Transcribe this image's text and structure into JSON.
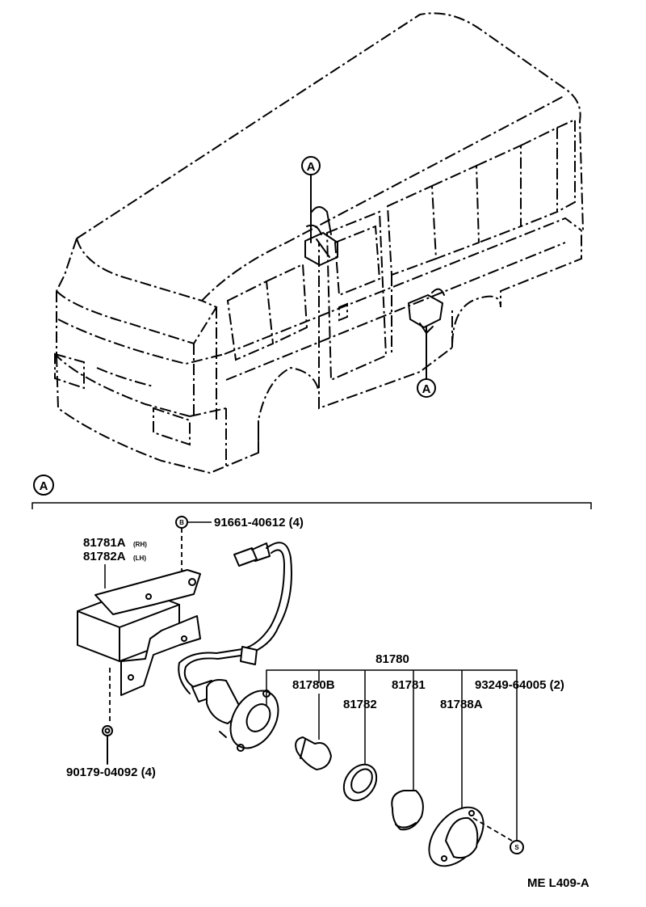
{
  "callouts": {
    "top": "A",
    "lower": "A",
    "section": "A"
  },
  "labels": {
    "bolt_b_part": "91661-40612 (4)",
    "bolt_b_marker": "B",
    "lamp_rh": "81781A",
    "lamp_rh_suffix": "(RH)",
    "lamp_lh": "81782A",
    "lamp_lh_suffix": "(LH)",
    "assembly": "81780",
    "bulb": "81780B",
    "gasket": "81782",
    "lens": "81781",
    "cover": "81788A",
    "screw": "93249-64005 (2)",
    "screw_marker": "S",
    "nut": "90179-04092 (4)"
  },
  "footer": {
    "code": "ME L409-A"
  }
}
